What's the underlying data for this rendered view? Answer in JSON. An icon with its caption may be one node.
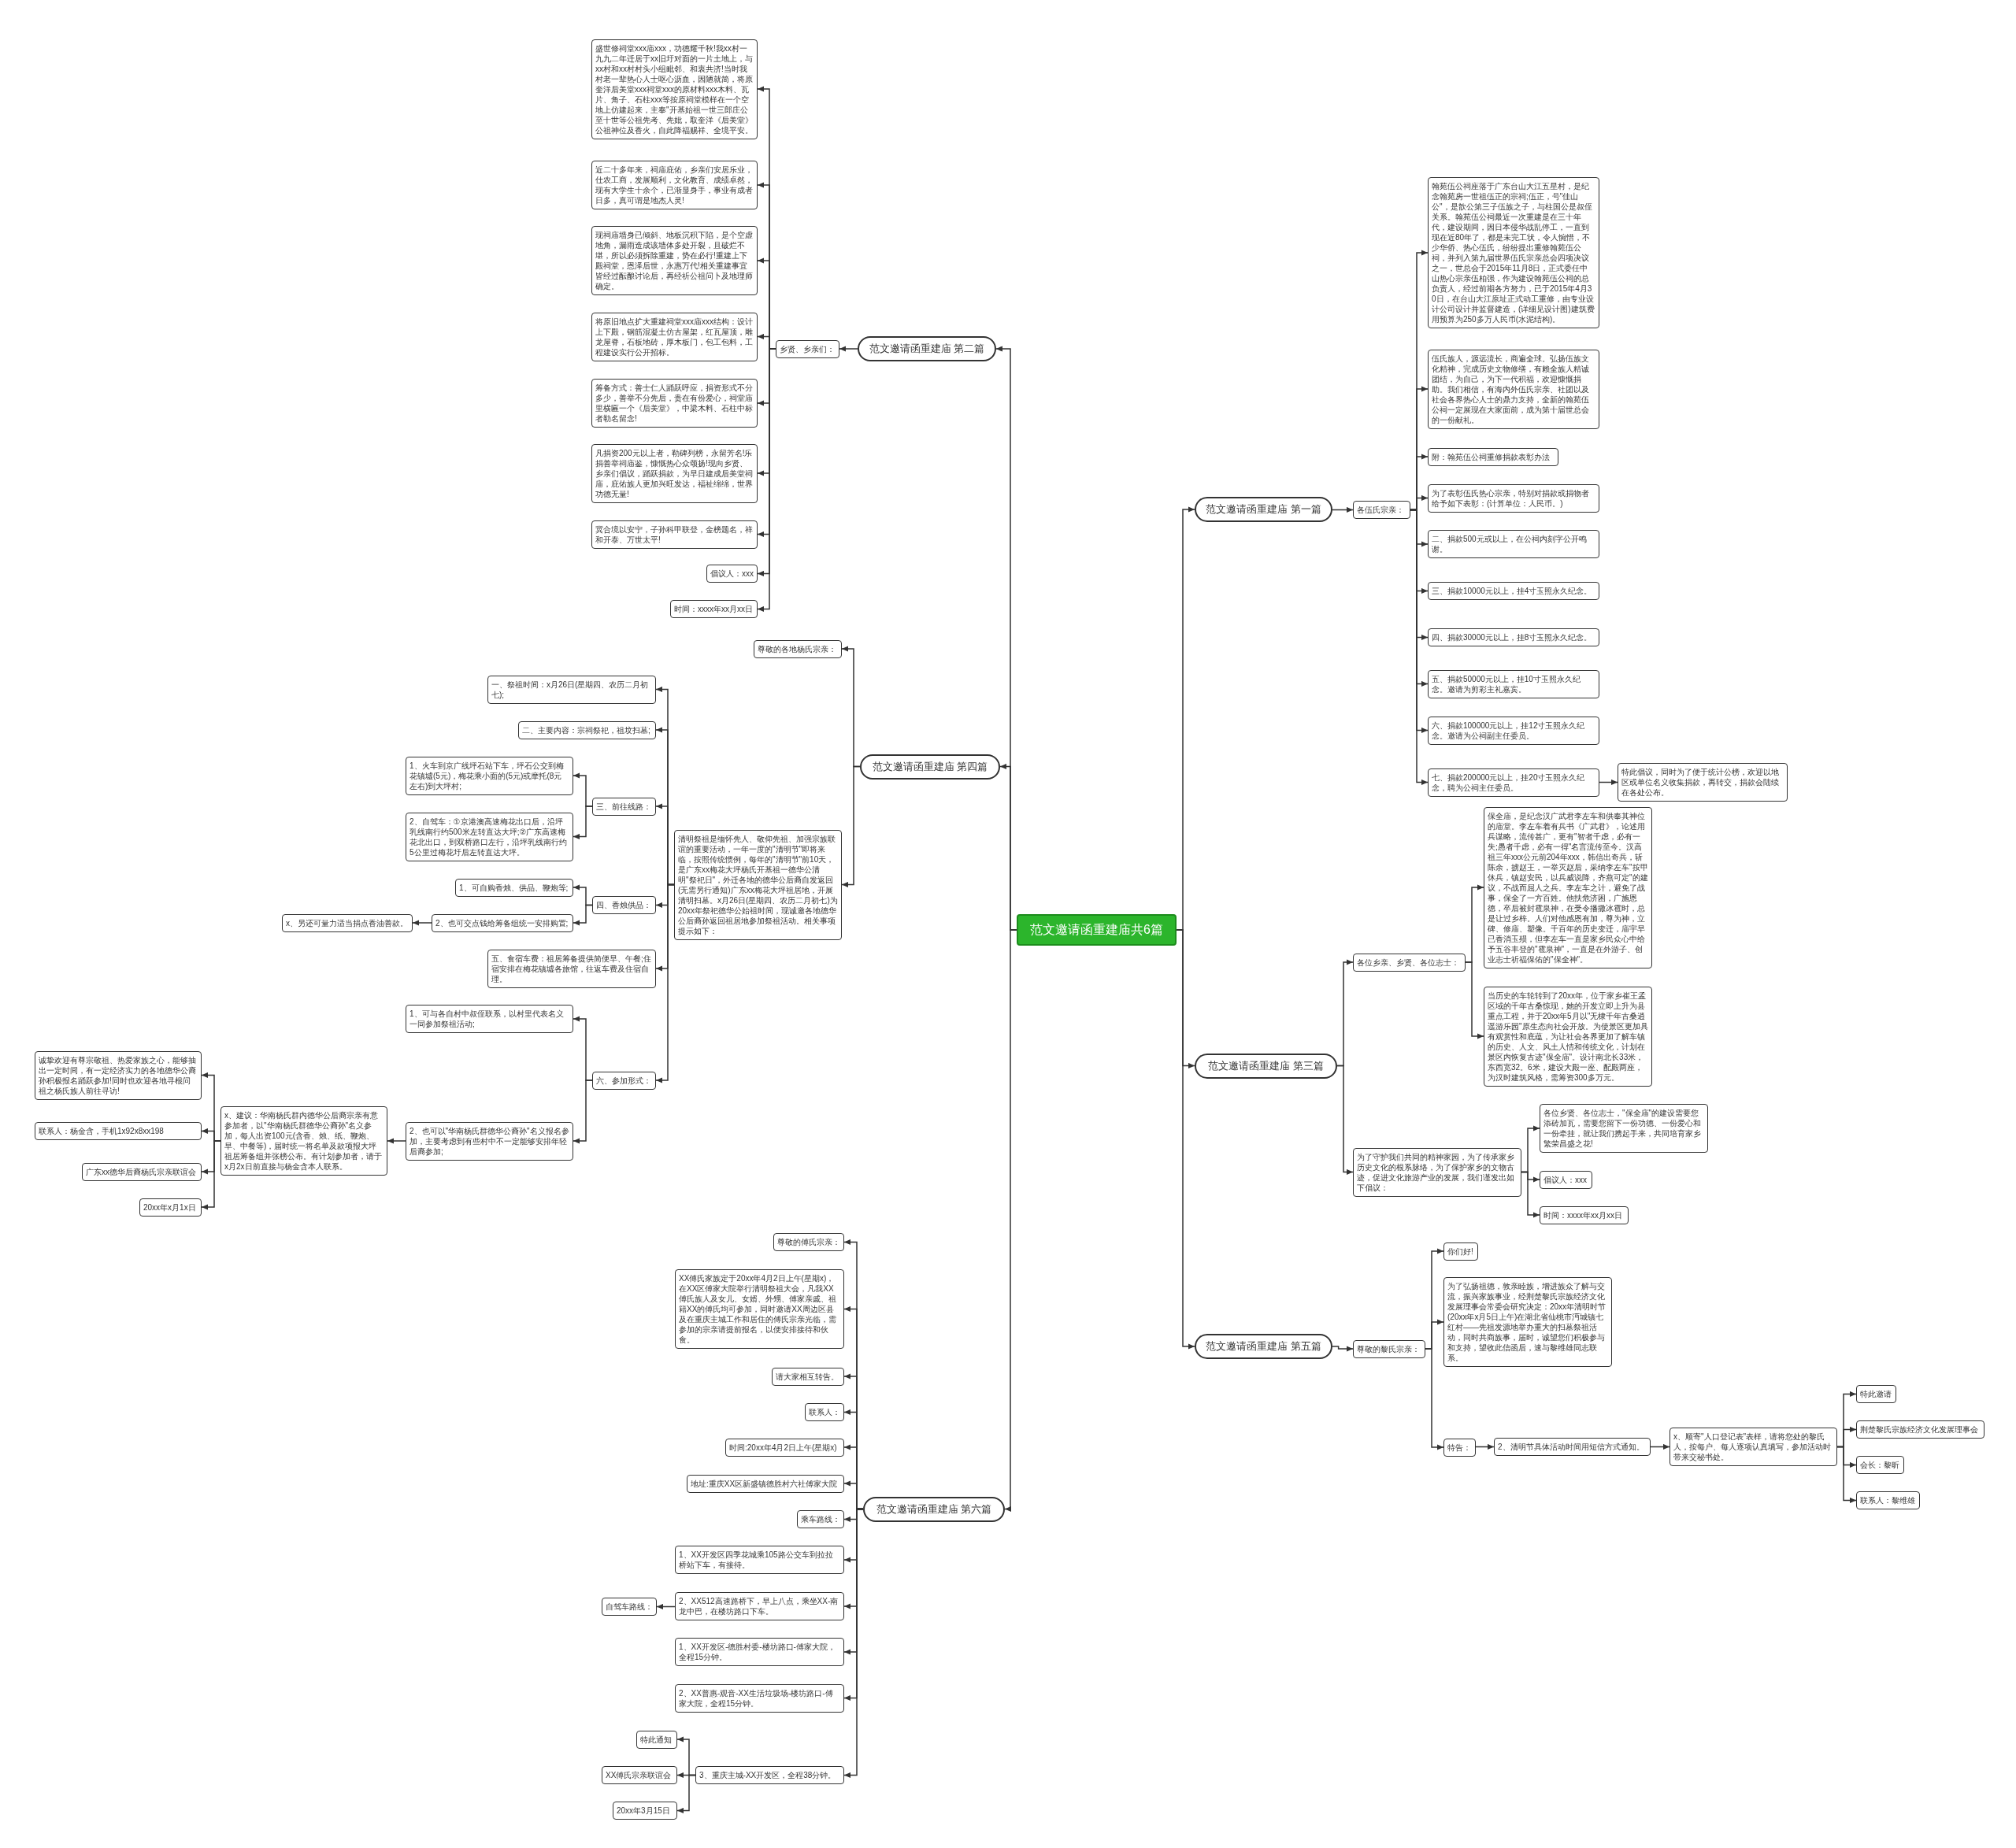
{
  "diagram": {
    "nodes": [
      {
        "text": [
          "范文邀请函重建庙共6篇"
        ]
      },
      {
        "text": [
          "范文邀请函重建庙 第一篇"
        ]
      },
      {
        "text": [
          "各伍氏宗亲："
        ]
      },
      {
        "text": [
          "翰苑伍公祠座落于广东台山大江五星村，是纪念翰苑房一世祖伍正的宗祠;伍正，号\"佳山公\"，是歆公第三子伍族之子，与柱国公是叔侄关系。翰苑伍公祠最近一次重建是在三十年代，建设期间，因日本侵华战乱停工，一直到现在近80年了，都是未完工状，令人惋惜，不少华侨、热心伍氏，纷纷提出重修翰苑伍公祠，并列入第九届世界伍氏宗亲总会四项决议之一，世总会于2015年11月8日，正式委任中山热心宗亲伍柏强，作为建设翰苑伍公祠的总负责人，经过前期各方努力，已于2015年4月30日，在台山大江原址正式动工重修，由专业设计公司设计并监督建造，(详细见设计图)建筑费用预算为250多万人民币(水泥结构)。"
        ]
      },
      {
        "text": [
          "伍氏族人，源远流长，商遍全球。弘扬伍族文化精神，完成历史文物修缮，有赖全族人精诚团结，为自己，为下一代积福，欢迎慷慨捐助。我们相信，有海内外伍氏宗亲、社团以及社会各界热心人士的鼎力支持，全新的翰苑伍公祠一定展现在大家面前，成为第十届世总会的一份献礼。"
        ]
      },
      {
        "text": [
          "附：翰苑伍公祠重修捐款表彰办法"
        ]
      },
      {
        "text": [
          "为了表彰伍氏热心宗亲，特别对捐款或捐物者给予如下表彰：(计算单位：人民币。)"
        ]
      },
      {
        "text": [
          "二、捐款500元或以上，在公祠内刻字公开鸣谢。"
        ]
      },
      {
        "text": [
          "三、捐款10000元以上，挂4寸玉照永久纪念。"
        ]
      },
      {
        "text": [
          "四、捐款30000元以上，挂8寸玉照永久纪念。"
        ]
      },
      {
        "text": [
          "五、捐款50000元以上，挂10寸玉照永久纪念。邀请为剪彩主礼嘉宾。"
        ]
      },
      {
        "text": [
          "六、捐款100000元以上，挂12寸玉照永久纪念。邀请为公祠副主任委员。"
        ]
      },
      {
        "text": [
          "七、捐款200000元以上，挂20寸玉照永久纪念，聘为公祠主任委员。"
        ]
      },
      {
        "text": [
          "特此倡议，同时为了便于统计公榜，欢迎以地区或单位名义收集捐款，再转交，捐款会陆续在各处公布。"
        ]
      },
      {
        "text": [
          "范文邀请函重建庙 第二篇"
        ]
      },
      {
        "text": [
          "乡贤、乡亲们："
        ]
      },
      {
        "text": [
          "盛世修祠堂xxx庙xxx，功德耀千秋!我xx村一九九二年迁居于xx旧圩对面的一片土地上，与xx村和xx村村头小组毗邻、和衷共济!当时我村老一辈热心人士呕心沥血，因陋就简，将原奎洋后美堂xxx祠堂xxx的原材料xxx木料、瓦片、角子、石柱xxx等按原祠堂模样在一个空地上仿建起来，主奉\"开基始祖一世三郎庄公至十世等公祖先考、先妣，取奎洋《后美堂》公祖神位及香火，自此降福赐祥、全境平安。"
        ]
      },
      {
        "text": [
          "近二十多年来，祠庙庇佑，乡亲们安居乐业，仕农工商，发展顺利，文化教育、成绩卓然，现有大学生十余个，已渐显身手，事业有成者日多，真可谓是地杰人灵!"
        ]
      },
      {
        "text": [
          "现祠庙墙身已倾斜、地板沉积下陷，是个空虚地角，漏雨造成该墙体多处开裂，且破烂不堪，所以必须拆除重建，势在必行!重建上下殿祠堂，恩泽后世，永惠万代!相关重建事宜皆经过酝酿讨论后，再经祈公祖问卜及地理师确定。"
        ]
      },
      {
        "text": [
          "将原旧地点扩大重建祠堂xxx庙xxx结构：设计上下殿，钢筋混凝土仿古屋架，红瓦屋顶，雕龙屋脊，石板地砖，厚木板门，包工包料，工程建设实行公开招标。"
        ]
      },
      {
        "text": [
          "筹备方式：善士仁人踊跃呼应，捐资形式不分多少，善举不分先后，贵在有份爱心，祠堂庙里横匾一个《后美堂》，中梁木料、石柱中标者勒名留念!"
        ]
      },
      {
        "text": [
          "凡捐资200元以上者，勒碑列榜，永留芳名!乐捐善举祠庙鉴，慷慨热心众颂扬!现向乡贤、乡亲们倡议，踊跃捐款，为早日建成后美堂祠庙，庇佑族人更加兴旺发达，福祉绵绵，世界功德无量!"
        ]
      },
      {
        "text": [
          "冀合境以安宁，子孙科甲联登，金榜题名，祥和开泰、万世太平!"
        ]
      },
      {
        "text": [
          "倡议人：xxx"
        ]
      },
      {
        "text": [
          "时间：xxxx年xx月xx日"
        ]
      },
      {
        "text": [
          "范文邀请函重建庙 第三篇"
        ]
      },
      {
        "text": [
          "各位乡亲、乡贤、各位志士："
        ]
      },
      {
        "text": [
          "保全庙，是纪念汉广武君李左车和供奉其神位的庙堂。李左车着有兵书《广武君》，论述用兵谋略，流传甚广，更有\"智者千虑，必有一失;愚者千虑，必有一得\"名言流传至今。汉高祖三年xxx公元前204年xxx，韩信出奇兵，斩陈余，掳赵王，一举灭赵后，采纳李左车\"按甲休兵，镇赵安民，以兵威说降，齐燕可定\"的建议，不战而屈人之兵。李左车之计，避免了战事，保全了一方百姓。他扶危济困，广施恩德，卒后被封雹泉神，在受令播撒冰雹时，总是让过乡梓。人们对他感恩有加，尊为神，立碑、修庙、塑像。千百年的历史变迁，庙宇早已香消玉殒，但李左车一直是家乡民众心中给予五谷丰登的\"雹泉神\"，一直是在外游子、创业志士祈福保佑的\"保全神\"。"
        ]
      },
      {
        "text": [
          "当历史的车轮转到了20xx年，位于家乡崔王孟区域的千年古桑惊现，她的开发立即上升为县重点工程，并于20xx年5月以\"无棣千年古桑逍遥游乐园\"原生态向社会开放。为使景区更加具有观赏性和底蕴，为让社会各界更加了解车镇的历史、人文、风土人情和传统文化，计划在景区内恢复古迹\"保全庙\"。设计南北长33米，东西宽32。6米，建设大殿一座、配殿两座，为汉时建筑风格，需筹资300多万元。"
        ]
      },
      {
        "text": [
          "为了守护我们共同的精神家园，为了传承家乡历史文化的根系脉络，为了保护家乡的文物古迹，促进文化旅游产业的发展，我们谨发出如下倡议："
        ]
      },
      {
        "text": [
          "各位乡贤、各位志士，\"保全庙\"的建设需要您添砖加瓦，需要您留下一份功德、一份爱心和一份牵挂，就让我们携起手来，共同培育家乡繁荣昌盛之花!"
        ]
      },
      {
        "text": [
          "倡议人：xxx"
        ]
      },
      {
        "text": [
          "时间：xxxx年xx月xx日"
        ]
      },
      {
        "text": [
          "范文邀请函重建庙 第四篇"
        ]
      },
      {
        "text": [
          "尊敬的各地杨氏宗亲："
        ]
      },
      {
        "text": [
          "清明祭祖是缅怀先人、敬仰先祖、加强宗族联谊的重要活动，一年一度的\"清明节\"即将来临，按照传统惯例，每年的\"清明节\"前10天，是广东xx梅花大坪杨氏开基祖一德华公清明\"祭祀日\"，外迁各地的德华公后裔自发返回(无需另行通知)广东xx梅花大坪祖居地，开展清明扫墓。x月26日(星期四、农历二月初七)为20xx年祭祀德华公始祖时间，现诚邀各地德华公后裔孙返回祖居地参加祭祖活动。相关事项提示如下："
        ]
      },
      {
        "text": [
          "一、祭祖时间：x月26日(星期四、农历二月初七);"
        ]
      },
      {
        "text": [
          "二、主要内容：宗祠祭祀，祖坟扫墓;"
        ]
      },
      {
        "text": [
          "三、前往线路："
        ]
      },
      {
        "text": [
          "1、火车到京广线坪石站下车，坪石公交到梅花镇墟(5元)，梅花乘小面的(5元)或摩托(8元左右)到大坪村;"
        ]
      },
      {
        "text": [
          "2、自驾车：①京港澳高速梅花出口后，沿坪乳线南行约500米左转直达大坪;②广东高速梅花北出口，到双桥路口左行，沿坪乳线南行约5公里过梅花圩后左转直达大坪。"
        ]
      },
      {
        "text": [
          "四、香烛供品："
        ]
      },
      {
        "text": [
          "1、可自购香烛、供品、鞭炮等;"
        ]
      },
      {
        "text": [
          "2、也可交点钱给筹备组统一安排购置;"
        ]
      },
      {
        "text": [
          "x、另还可量力适当捐点香油善款。"
        ]
      },
      {
        "text": [
          "五、食宿车费：祖居筹备提供简便早、午餐;住宿安排在梅花镇墟各旅馆，往返车费及住宿自理。"
        ]
      },
      {
        "text": [
          "六、参加形式："
        ]
      },
      {
        "text": [
          "1、可与各自村中叔侄联系，以村里代表名义一同参加祭祖活动;"
        ]
      },
      {
        "text": [
          "2、也可以\"华南杨氏群德华公裔孙\"名义报名参加，主要考虑到有些村中不一定能够安排年轻后裔参加;"
        ]
      },
      {
        "text": [
          "x、建议：华南杨氏群内德华公后裔宗亲有意参加者，以\"华南杨氏群德华公裔孙\"名义参加，每人出资100元(含香、烛、纸、鞭炮、早、中餐等)，届时统一将名单及款项报大坪祖居筹备组并张榜公布。有计划参加者，请于x月2x日前直接与杨金含本人联系。"
        ]
      },
      {
        "text": [
          "诚挚欢迎有尊宗敬祖、热爱家族之心，能够抽出一定时间，有一定经济实力的各地德华公裔孙积极报名踊跃参加!同时也欢迎各地寻根问祖之杨氏族人前往寻访!"
        ]
      },
      {
        "text": [
          "联系人：杨金含，手机1x92x8xx198"
        ]
      },
      {
        "text": [
          "广东xx德华后裔杨氏宗亲联谊会"
        ]
      },
      {
        "text": [
          "20xx年x月1x日"
        ]
      },
      {
        "text": [
          "范文邀请函重建庙 第五篇"
        ]
      },
      {
        "text": [
          "尊敬的黎氏宗亲："
        ]
      },
      {
        "text": [
          "你们好!"
        ]
      },
      {
        "text": [
          "为了弘扬祖德，敦亲睦族，增进族众了解与交流，振兴家族事业，经荆楚黎氏宗族经济文化发展理事会常委会研究决定：20xx年清明时节(20xx年x月5日上午)在湖北省仙桃市沔城镇七红村——先祖发源地举办重大的扫墓祭祖活动，同时共商族事，届时，诚望您们积极参与和支持，望收此信函后，速与黎维雄同志联系。"
        ]
      },
      {
        "text": [
          "特告："
        ]
      },
      {
        "text": [
          "2、清明节具体活动时间用短信方式通知。"
        ]
      },
      {
        "text": [
          "x、顺寄\"人口登记表\"表样，请将您处的黎氏人，按每户、每人逐项认真填写，参加活动时带来交秘书处。"
        ]
      },
      {
        "text": [
          "特此邀请"
        ]
      },
      {
        "text": [
          "荆楚黎氏宗族经济文化发展理事会"
        ]
      },
      {
        "text": [
          "会长：黎昕"
        ]
      },
      {
        "text": [
          "联系人：黎维雄"
        ]
      },
      {
        "text": [
          "范文邀请函重建庙 第六篇"
        ]
      },
      {
        "text": [
          "尊敬的傅氏宗亲："
        ]
      },
      {
        "text": [
          "XX傅氏家族定于20xx年4月2日上午(星期x)，在XX区傅家大院举行清明祭祖大会，凡我XX傅氏族人及女儿、女婿、外甥、傅家亲戚、祖籍XX的傅氏均可参加，同时邀请XX周边区县及在重庆主城工作和居住的傅氏宗亲光临，需参加的宗亲请提前报名，以便安排接待和伙食。"
        ]
      },
      {
        "text": [
          "请大家相互转告。"
        ]
      },
      {
        "text": [
          "联系人："
        ]
      },
      {
        "text": [
          "时间:20xx年4月2日上午(星期x)"
        ]
      },
      {
        "text": [
          "地址:重庆XX区新盛镇德胜村六社傅家大院"
        ]
      },
      {
        "text": [
          "乘车路线："
        ]
      },
      {
        "text": [
          "1、XX开发区四季花城乘105路公交车到拉拉桥站下车，有接待。"
        ]
      },
      {
        "text": [
          "2、XX512高速路桥下，早上八点，乘坐XX-南龙中巴，在楼坊路口下车。"
        ]
      },
      {
        "text": [
          "自驾车路线："
        ]
      },
      {
        "text": [
          "1、XX开发区-德胜村委-楼坊路口-傅家大院，全程15分钟。"
        ]
      },
      {
        "text": [
          "2、XX普惠-观音-XX生活垃圾场-楼坊路口-傅家大院，全程15分钟。"
        ]
      },
      {
        "text": [
          "3、重庆主城-XX开发区，全程38分钟。"
        ]
      },
      {
        "text": [
          "特此通知"
        ]
      },
      {
        "text": [
          "XX傅氏宗亲联谊会"
        ]
      },
      {
        "text": [
          "20xx年3月15日"
        ]
      }
    ],
    "edges": [
      {
        "from": 0,
        "to": 1,
        "arrow": "to"
      },
      {
        "from": 0,
        "to": 14,
        "arrow": "to"
      },
      {
        "from": 0,
        "to": 25,
        "arrow": "to"
      },
      {
        "from": 0,
        "to": 33,
        "arrow": "to"
      },
      {
        "from": 0,
        "to": 54,
        "arrow": "to"
      },
      {
        "from": 0,
        "to": 65,
        "arrow": "to"
      },
      {
        "from": 1,
        "to": 2,
        "arrow": "to"
      },
      {
        "from": 2,
        "to": 3,
        "arrow": "to"
      },
      {
        "from": 2,
        "to": 4,
        "arrow": "to"
      },
      {
        "from": 2,
        "to": 5,
        "arrow": "to"
      },
      {
        "from": 2,
        "to": 6,
        "arrow": "to"
      },
      {
        "from": 2,
        "to": 7,
        "arrow": "to"
      },
      {
        "from": 2,
        "to": 8,
        "arrow": "to"
      },
      {
        "from": 2,
        "to": 9,
        "arrow": "to"
      },
      {
        "from": 2,
        "to": 10,
        "arrow": "to"
      },
      {
        "from": 2,
        "to": 11,
        "arrow": "to"
      },
      {
        "from": 2,
        "to": 12,
        "arrow": "to"
      },
      {
        "from": 12,
        "to": 13,
        "arrow": "to"
      },
      {
        "from": 14,
        "to": 15,
        "arrow": "to"
      },
      {
        "from": 15,
        "to": 16,
        "arrow": "to"
      },
      {
        "from": 15,
        "to": 17,
        "arrow": "to"
      },
      {
        "from": 15,
        "to": 18,
        "arrow": "to"
      },
      {
        "from": 15,
        "to": 19,
        "arrow": "to"
      },
      {
        "from": 15,
        "to": 20,
        "arrow": "to"
      },
      {
        "from": 15,
        "to": 21,
        "arrow": "to"
      },
      {
        "from": 15,
        "to": 22,
        "arrow": "to"
      },
      {
        "from": 15,
        "to": 23,
        "arrow": "to"
      },
      {
        "from": 15,
        "to": 24,
        "arrow": "to"
      },
      {
        "from": 25,
        "to": 26,
        "arrow": "to"
      },
      {
        "from": 26,
        "to": 27,
        "arrow": "to"
      },
      {
        "from": 26,
        "to": 28,
        "arrow": "to"
      },
      {
        "from": 25,
        "to": 29,
        "arrow": "to"
      },
      {
        "from": 29,
        "to": 30,
        "arrow": "to"
      },
      {
        "from": 29,
        "to": 31,
        "arrow": "to"
      },
      {
        "from": 29,
        "to": 32,
        "arrow": "to"
      },
      {
        "from": 33,
        "to": 34,
        "arrow": "to"
      },
      {
        "from": 33,
        "to": 35,
        "arrow": "to"
      },
      {
        "from": 35,
        "to": 36,
        "arrow": "to"
      },
      {
        "from": 35,
        "to": 37,
        "arrow": "to"
      },
      {
        "from": 35,
        "to": 38,
        "arrow": "to"
      },
      {
        "from": 38,
        "to": 39,
        "arrow": "to"
      },
      {
        "from": 38,
        "to": 40,
        "arrow": "to"
      },
      {
        "from": 35,
        "to": 41,
        "arrow": "to"
      },
      {
        "from": 41,
        "to": 42,
        "arrow": "to"
      },
      {
        "from": 41,
        "to": 43,
        "arrow": "to"
      },
      {
        "from": 43,
        "to": 44,
        "arrow": "to"
      },
      {
        "from": 35,
        "to": 45,
        "arrow": "to"
      },
      {
        "from": 35,
        "to": 46,
        "arrow": "to"
      },
      {
        "from": 46,
        "to": 47,
        "arrow": "to"
      },
      {
        "from": 46,
        "to": 48,
        "arrow": "to"
      },
      {
        "from": 48,
        "to": 49,
        "arrow": "to"
      },
      {
        "from": 49,
        "to": 50,
        "arrow": "to"
      },
      {
        "from": 49,
        "to": 51,
        "arrow": "to"
      },
      {
        "from": 49,
        "to": 52,
        "arrow": "to"
      },
      {
        "from": 49,
        "to": 53,
        "arrow": "to"
      },
      {
        "from": 54,
        "to": 55,
        "arrow": "to"
      },
      {
        "from": 55,
        "to": 56,
        "arrow": "to"
      },
      {
        "from": 55,
        "to": 57,
        "arrow": "to"
      },
      {
        "from": 55,
        "to": 58,
        "arrow": "to"
      },
      {
        "from": 58,
        "to": 59,
        "arrow": "to"
      },
      {
        "from": 59,
        "to": 60,
        "arrow": "to"
      },
      {
        "from": 60,
        "to": 61,
        "arrow": "to"
      },
      {
        "from": 60,
        "to": 62,
        "arrow": "to"
      },
      {
        "from": 60,
        "to": 63,
        "arrow": "to"
      },
      {
        "from": 60,
        "to": 64,
        "arrow": "to"
      },
      {
        "from": 65,
        "to": 66,
        "arrow": "to"
      },
      {
        "from": 65,
        "to": 67,
        "arrow": "to"
      },
      {
        "from": 65,
        "to": 68,
        "arrow": "to"
      },
      {
        "from": 65,
        "to": 69,
        "arrow": "to"
      },
      {
        "from": 65,
        "to": 70,
        "arrow": "to"
      },
      {
        "from": 65,
        "to": 71,
        "arrow": "to"
      },
      {
        "from": 65,
        "to": 72,
        "arrow": "to"
      },
      {
        "from": 65,
        "to": 73,
        "arrow": "to"
      },
      {
        "from": 65,
        "to": 74,
        "arrow": "to"
      },
      {
        "from": 74,
        "to": 75,
        "arrow": "to"
      },
      {
        "from": 65,
        "to": 76,
        "arrow": "to"
      },
      {
        "from": 65,
        "to": 77,
        "arrow": "to"
      },
      {
        "from": 65,
        "to": 78,
        "arrow": "to"
      },
      {
        "from": 78,
        "to": 79,
        "arrow": "to"
      },
      {
        "from": 78,
        "to": 80,
        "arrow": "to"
      },
      {
        "from": 78,
        "to": 81,
        "arrow": "to"
      }
    ]
  }
}
